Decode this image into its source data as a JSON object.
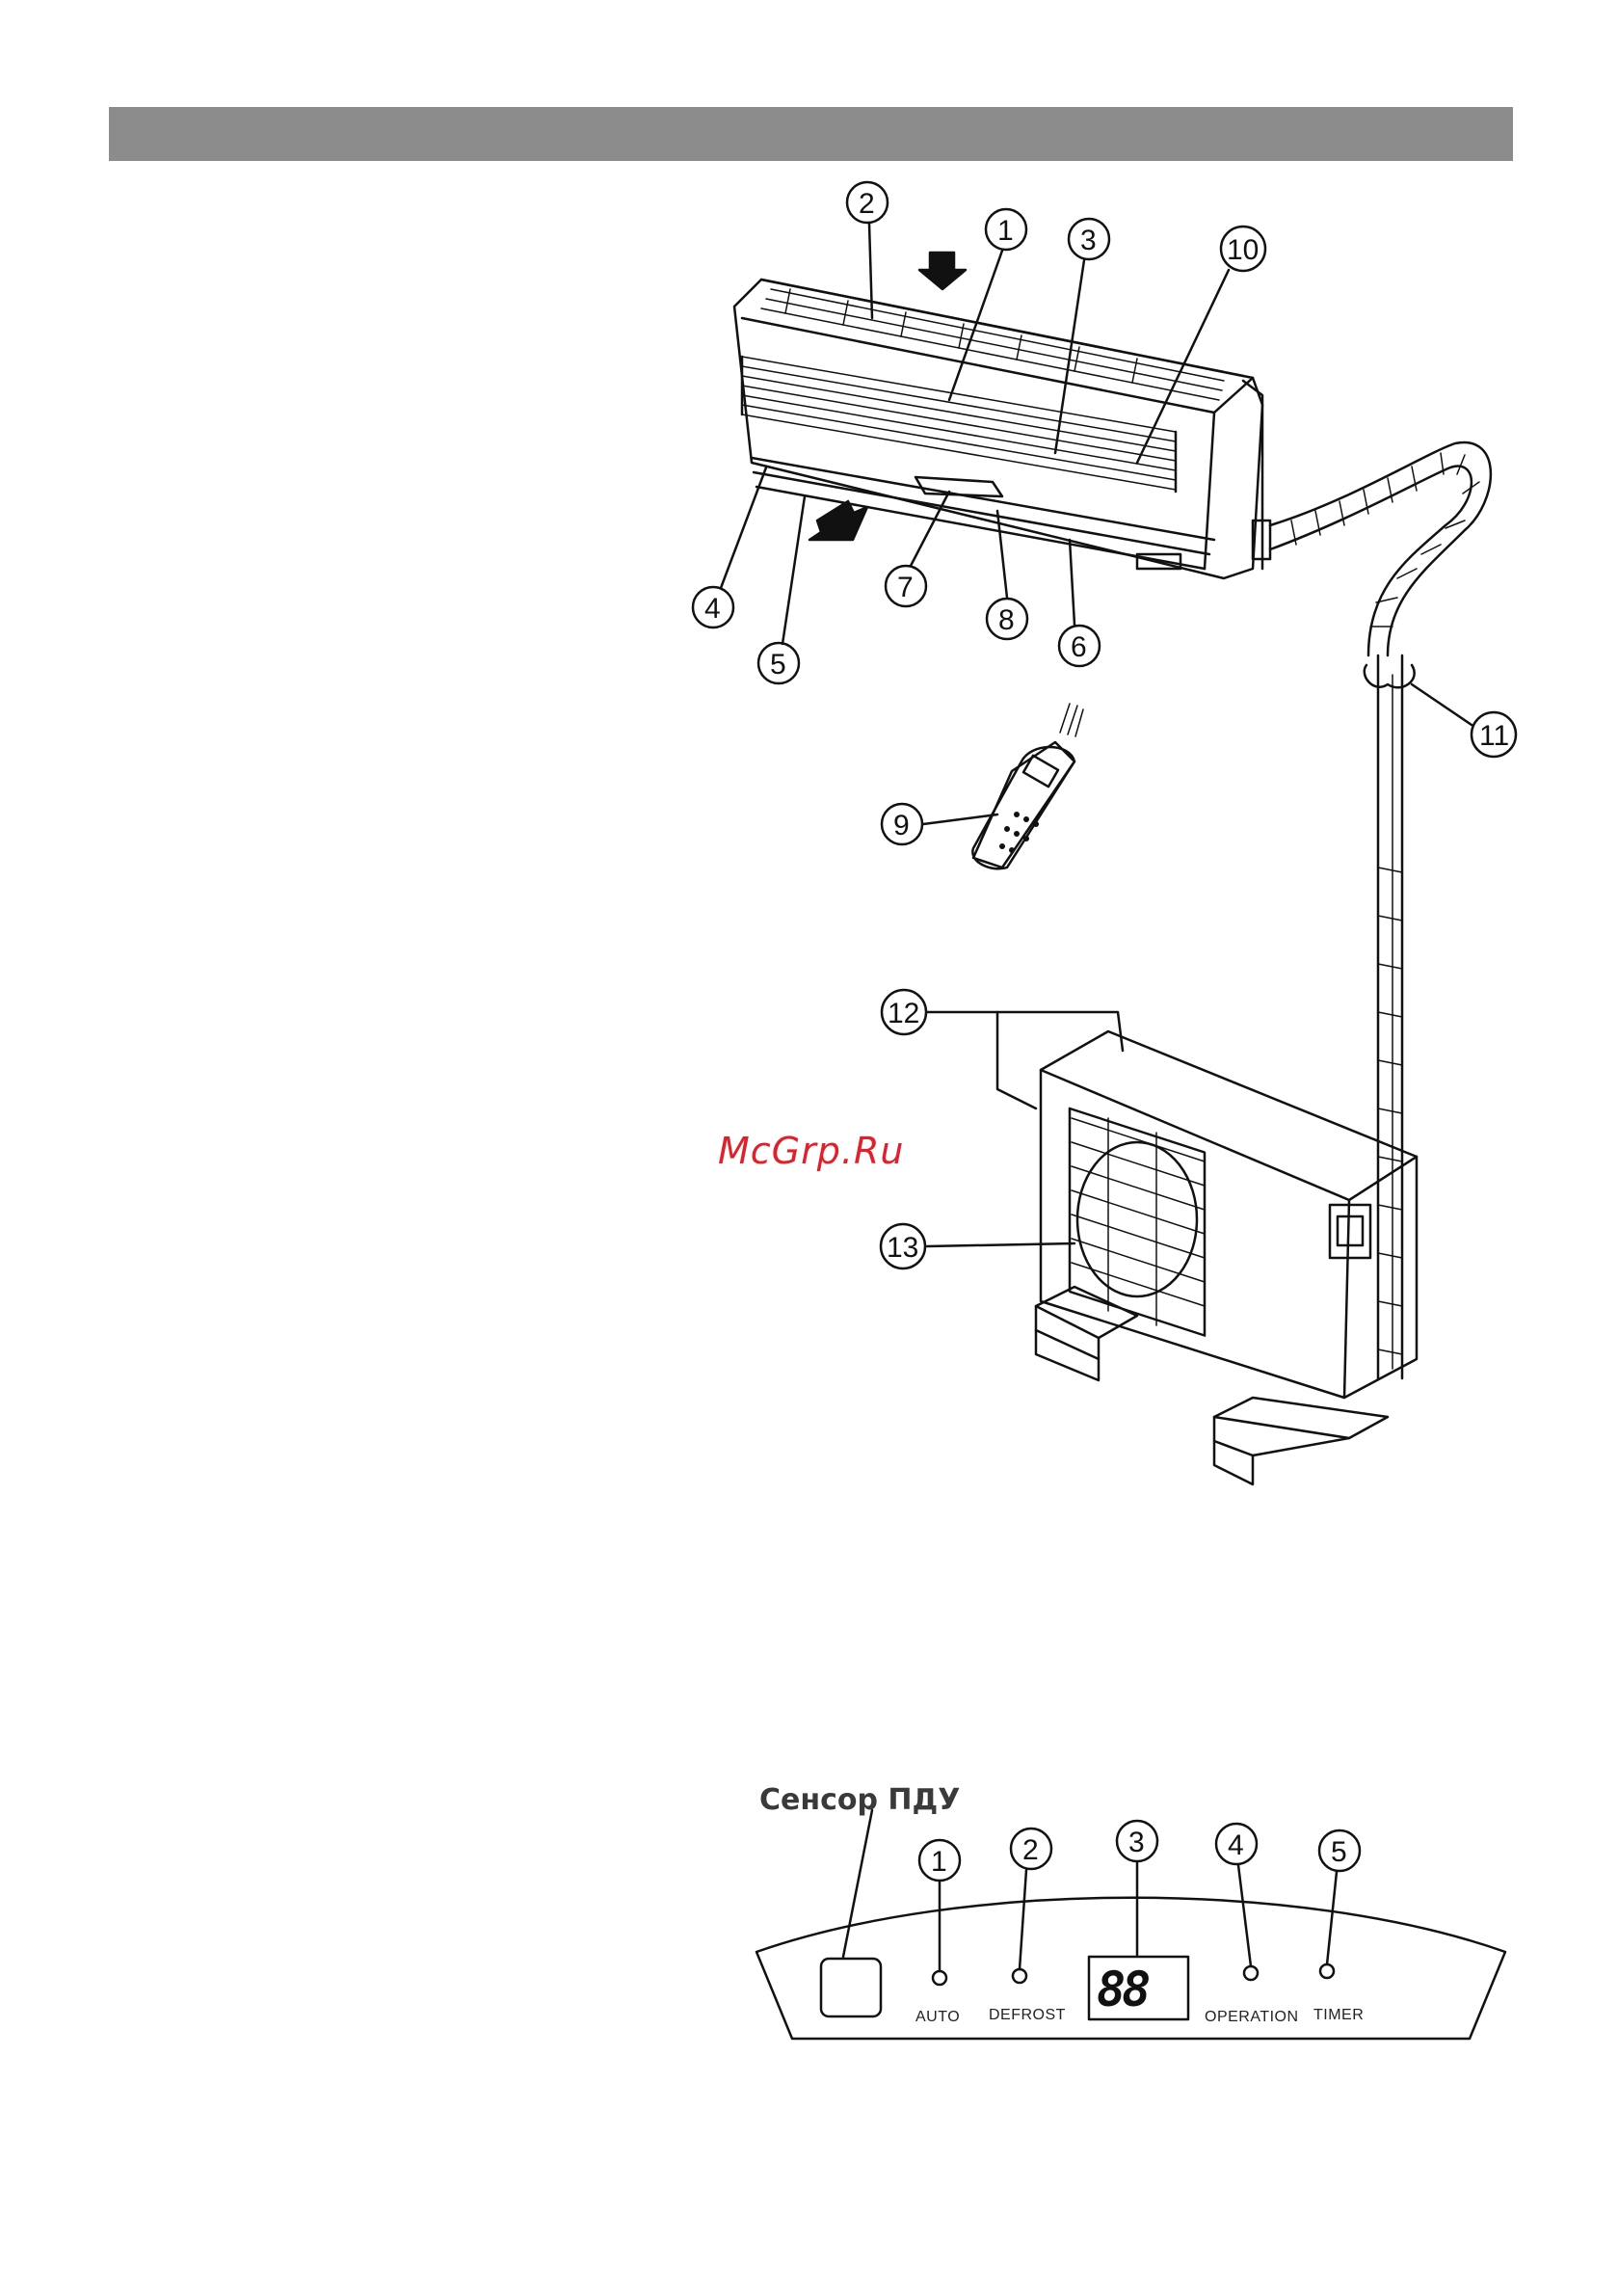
{
  "watermark": "McGrp.Ru",
  "panel": {
    "sensor_label": "Сенсор ПДУ",
    "display_text": "88",
    "indicators": [
      {
        "number": "1",
        "label": "AUTO"
      },
      {
        "number": "2",
        "label": "DEFROST"
      },
      {
        "number": "3",
        "label": ""
      },
      {
        "number": "4",
        "label": "OPERATION"
      },
      {
        "number": "5",
        "label": "TIMER"
      }
    ]
  },
  "callouts": [
    "1",
    "2",
    "3",
    "4",
    "5",
    "6",
    "7",
    "8",
    "9",
    "10",
    "11",
    "12",
    "13"
  ],
  "colors": {
    "header_bar": "#8c8c8c",
    "watermark": "#e0202a",
    "line": "#111111"
  }
}
